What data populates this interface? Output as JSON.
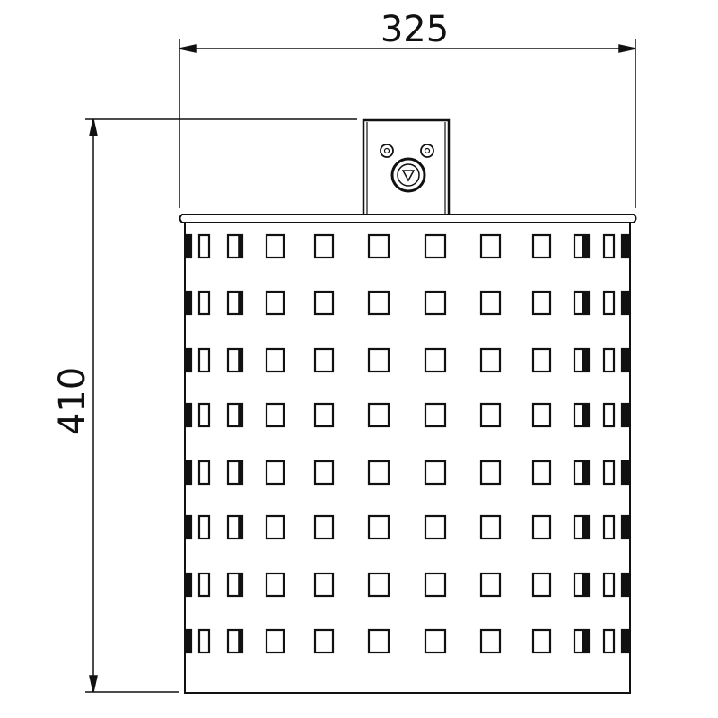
{
  "drawing": {
    "width_dimension": "325",
    "height_dimension": "410",
    "hole_rows": 8
  }
}
